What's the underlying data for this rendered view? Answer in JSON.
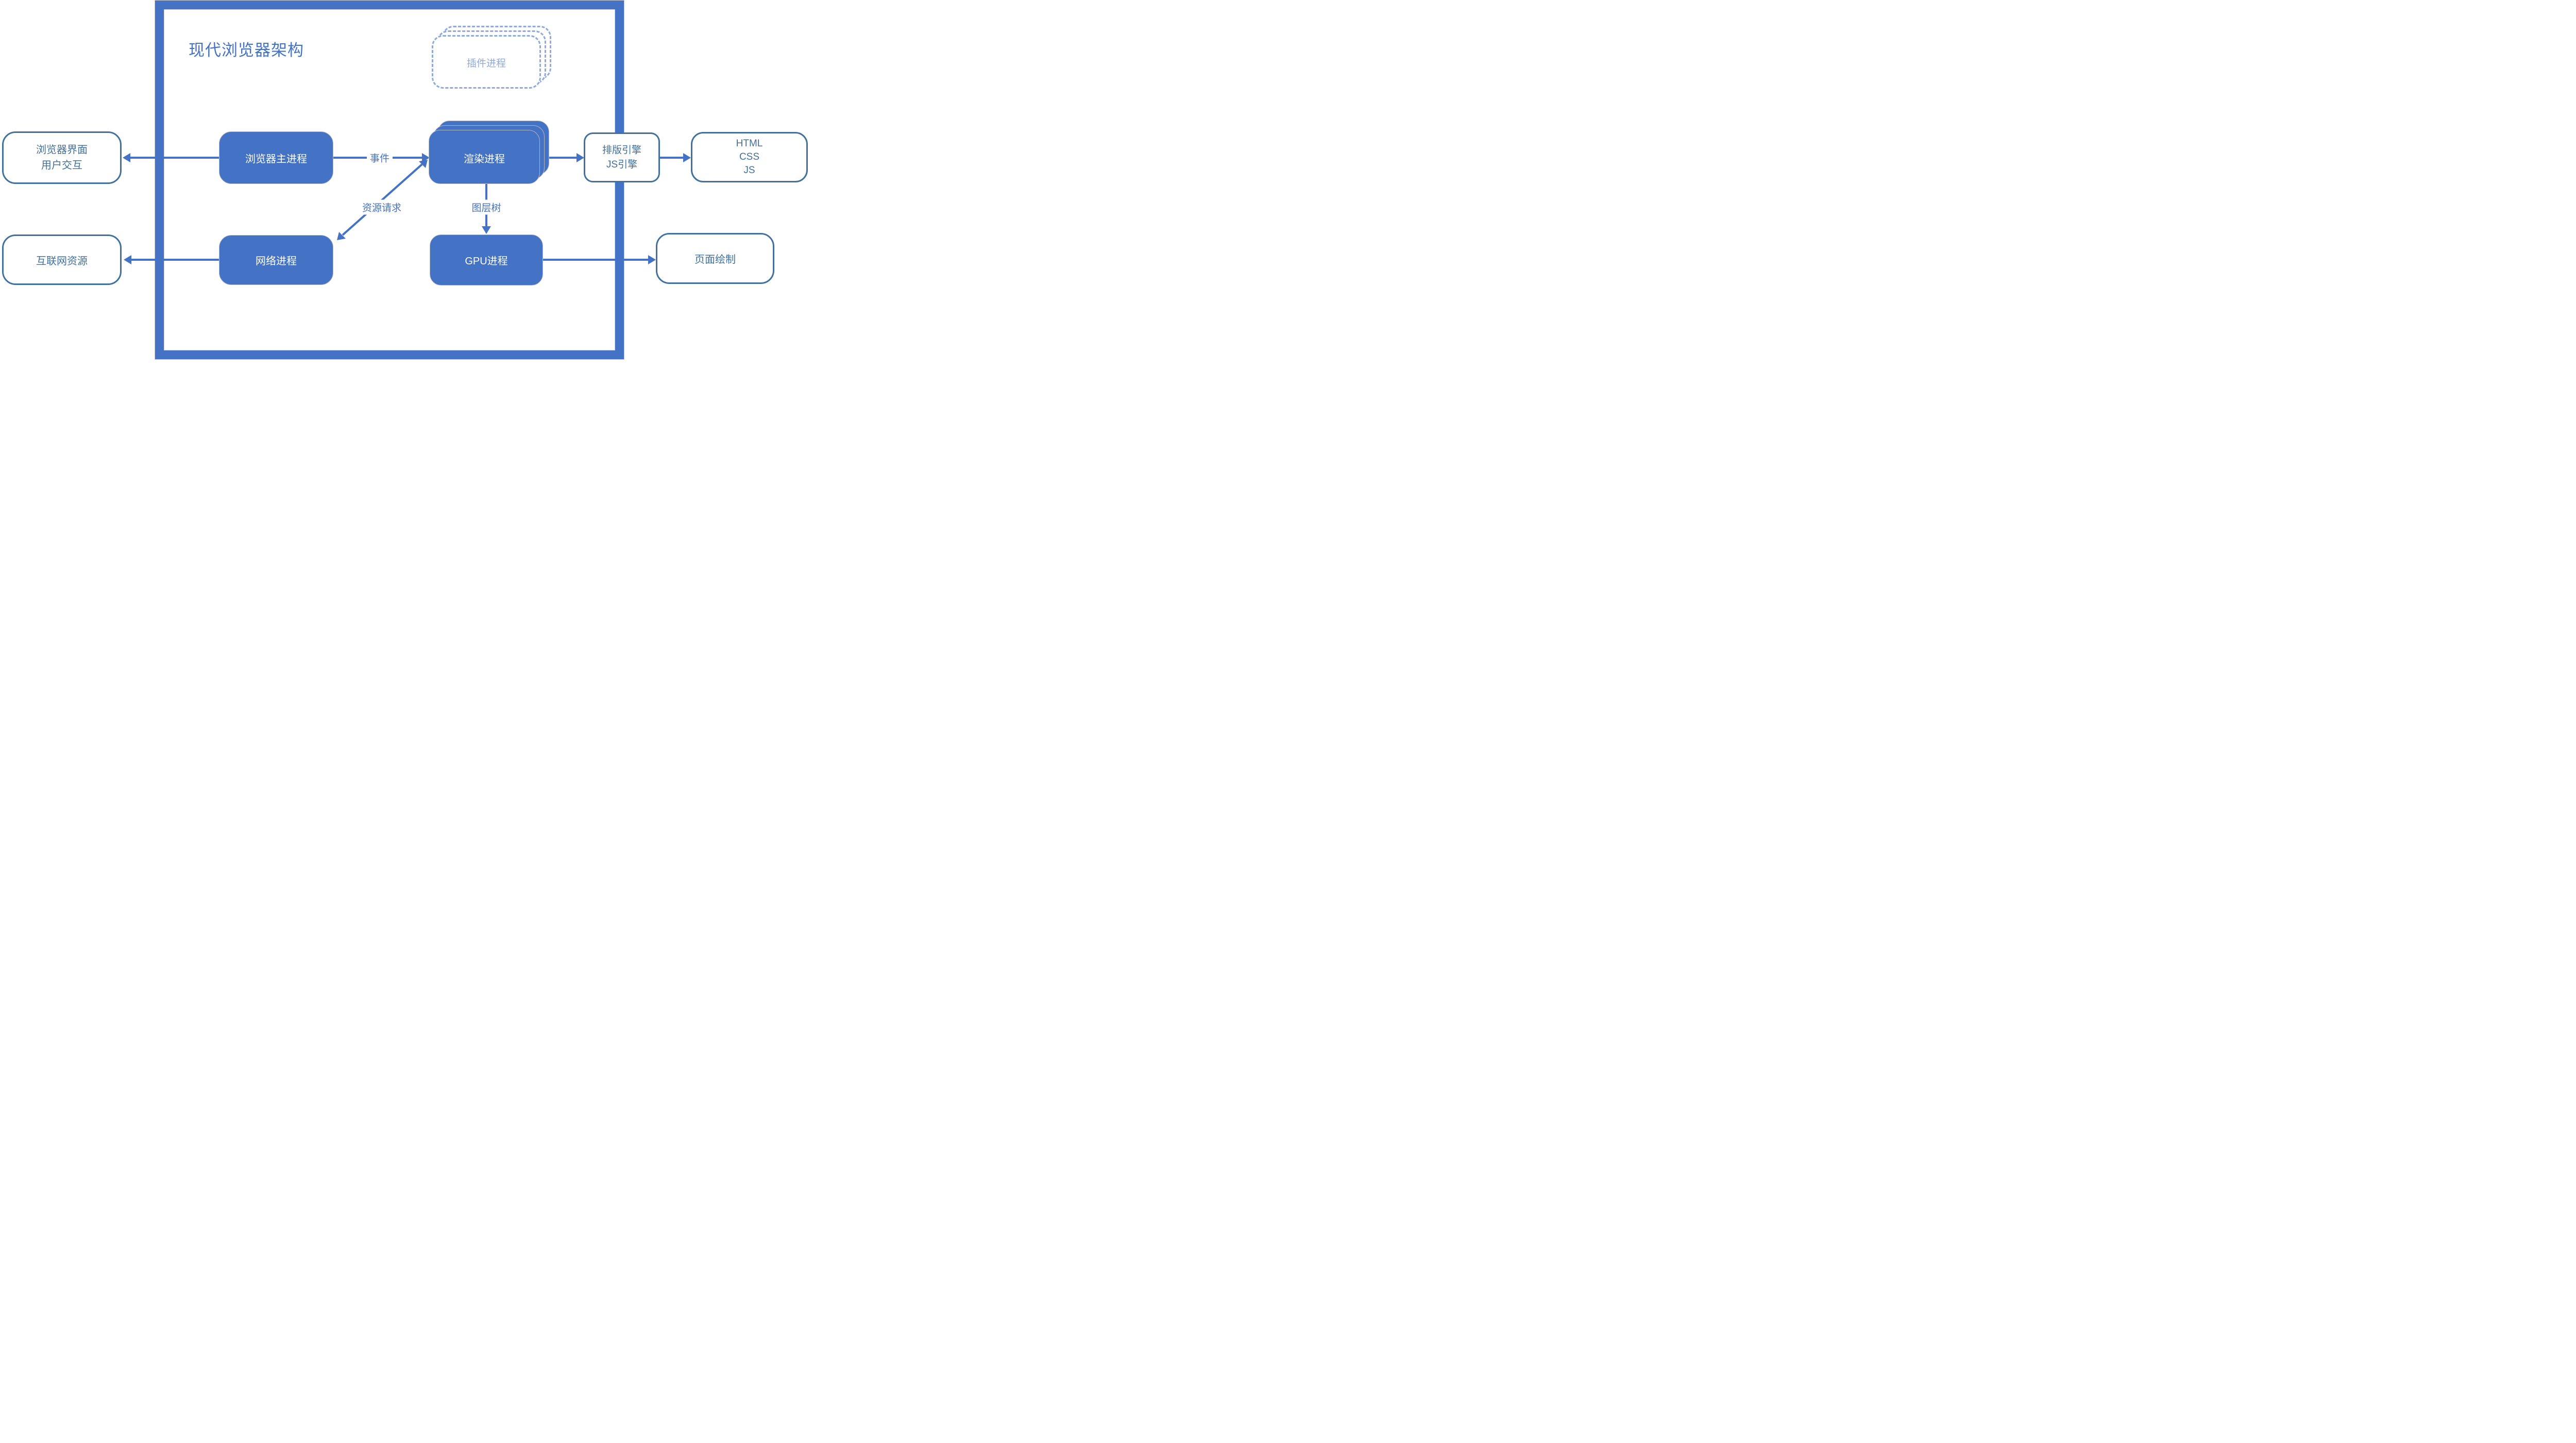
{
  "title": "现代浏览器架构",
  "colors": {
    "primary": "#4472C4",
    "outline": "#41719C",
    "dashed": "#8FAADC"
  },
  "nodes": {
    "plugin_process": {
      "label": "插件进程"
    },
    "browser_main_process": {
      "label": "浏览器主进程"
    },
    "render_process": {
      "label": "渲染进程"
    },
    "network_process": {
      "label": "网络进程"
    },
    "gpu_process": {
      "label": "GPU进程"
    },
    "browser_ui": {
      "lines": [
        "浏览器界面",
        "用户交互"
      ]
    },
    "internet_resources": {
      "label": "互联网资源"
    },
    "layout_engine": {
      "lines": [
        "排版引擎",
        "JS引擎"
      ]
    },
    "web_content": {
      "lines": [
        "HTML",
        "CSS",
        "JS"
      ]
    },
    "page_paint": {
      "label": "页面绘制"
    }
  },
  "edges": {
    "event": {
      "label": "事件"
    },
    "resource_request": {
      "label": "资源请求"
    },
    "layer_tree": {
      "label": "图层树"
    }
  }
}
